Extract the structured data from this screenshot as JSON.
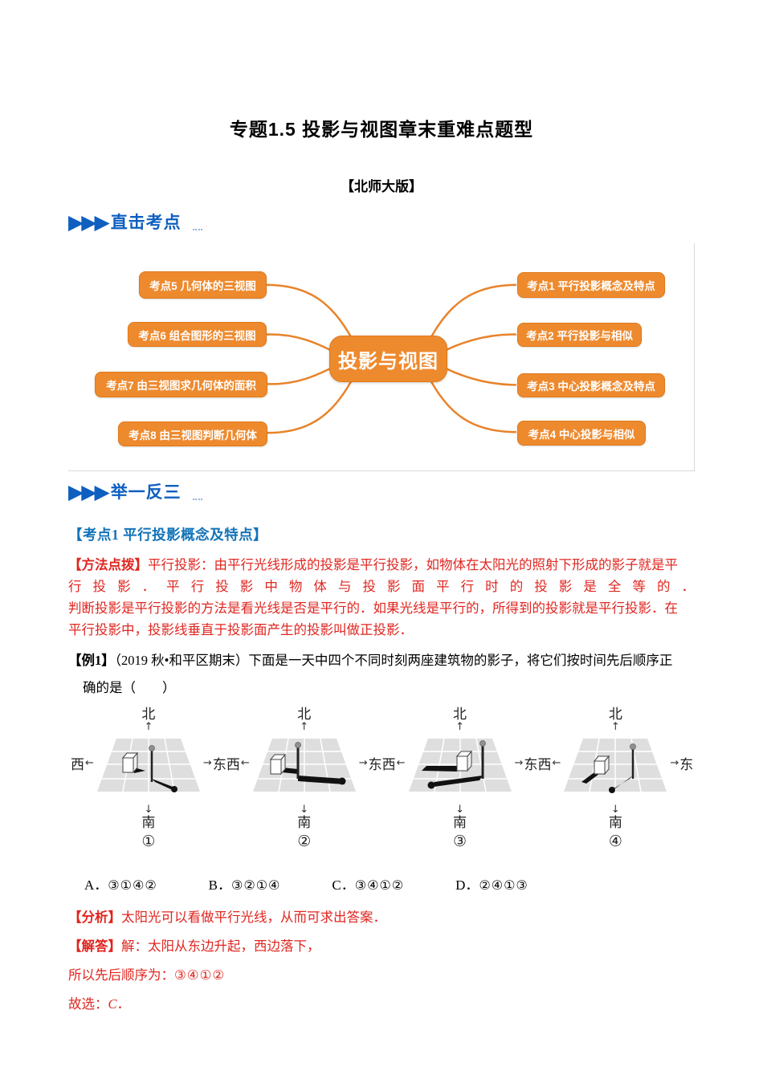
{
  "colors": {
    "blue": "#0E5FC0",
    "heading_blue": "#1273B8",
    "orange": "#EE8A2E",
    "orange_line": "#E8832A",
    "red": "#E02620"
  },
  "title": "专题1.5 投影与视图章末重难点题型",
  "edition": "【北师大版】",
  "section_headers": {
    "arrows": "▶▶▶",
    "first": "直击考点",
    "second": "举一反三"
  },
  "mindmap": {
    "center": "投影与视图",
    "left_nodes": [
      "考点5 几何体的三视图",
      "考点6 组合图形的三视图",
      "考点7 由三视图求几何体的面积",
      "考点8 由三视图判断几何体"
    ],
    "right_nodes": [
      "考点1 平行投影概念及特点",
      "考点2 平行投影与相似",
      "考点3 中心投影概念及特点",
      "考点4 中心投影与相似"
    ]
  },
  "exam_point": {
    "heading": "【考点1 平行投影概念及特点】",
    "method_tag": "【方法点拨】",
    "method_line1_rest": "平行投影：由平行光线形成的投影是平行投影，如物体在太阳光的照射下形成的影子就是平",
    "method_line2": "行投影．平行投影中物体与投影面平行时的投影是全等的．",
    "method_line3": "判断投影是平行投影的方法是看光线是否是平行的．如果光线是平行的，所得到的投影就是平行投影．在",
    "method_line4": "平行投影中，投影线垂直于投影面产生的投影叫做正投影．"
  },
  "example": {
    "tag": "【例1】",
    "line1_rest": "（2019 秋•和平区期末）下面是一天中四个不同时刻两座建筑物的影子，将它们按时间先后顺序正",
    "line2": "确的是（　　）"
  },
  "figure": {
    "north": "北",
    "south": "南",
    "west": "西",
    "east": "东",
    "arrow_up": "↑",
    "arrow_down": "↓",
    "arrow_left": "←",
    "arrow_right": "→",
    "panel_numbers": [
      "①",
      "②",
      "③",
      "④"
    ]
  },
  "choices": [
    {
      "label": "A．",
      "value": "③①④②"
    },
    {
      "label": "B．",
      "value": "③②①④"
    },
    {
      "label": "C．",
      "value": "③④①②"
    },
    {
      "label": "D．",
      "value": "②④①③"
    }
  ],
  "solution": {
    "analysis_tag": "【分析】",
    "analysis_rest": "太阳光可以看做平行光线，从而可求出答案．",
    "answer_tag": "【解答】",
    "answer_rest": "解：太阳从东边升起，西边落下，",
    "order_prefix": "所以先后顺序为：",
    "order_value": "③④①②",
    "conclusion_prefix": "故选：",
    "conclusion_answer": "C",
    "conclusion_suffix": "．"
  }
}
